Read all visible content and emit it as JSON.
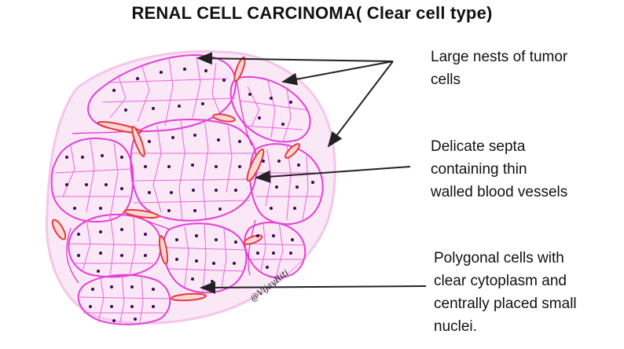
{
  "title": "RENAL CELL CARCINOMA( Clear cell type)",
  "labels": {
    "nests": [
      "Large nests  of tumor",
      "cells"
    ],
    "septa": [
      "Delicate septa",
      "containing thin",
      "walled blood vessels"
    ],
    "cells": [
      "Polygonal cells with",
      "clear cytoplasm and",
      "centrally placed small",
      "nuclei."
    ]
  },
  "signature": "@VijayRiti",
  "colors": {
    "membrane": "#e23fd6",
    "background": "#fbe8f7",
    "nucleus": "#3c0a55",
    "vessel": "#e53a3a",
    "arrow": "#222222"
  }
}
